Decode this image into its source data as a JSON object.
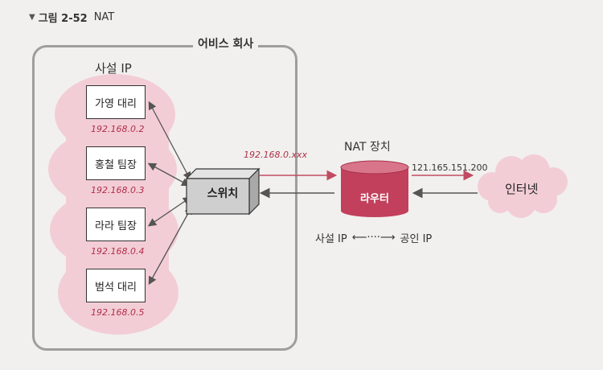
{
  "figure": {
    "number": "그림 2-52",
    "title": "NAT"
  },
  "company": {
    "label": "어비스 회사",
    "private_ip_title": "사설 IP"
  },
  "hosts": [
    {
      "name": "가영 대리",
      "ip": "192.168.0.2"
    },
    {
      "name": "홍철 팀장",
      "ip": "192.168.0.3"
    },
    {
      "name": "라라 팀장",
      "ip": "192.168.0.4"
    },
    {
      "name": "범석 대리",
      "ip": "192.168.0.5"
    }
  ],
  "switch": {
    "label": "스위치",
    "ip": "192.168.0.xxx"
  },
  "nat": {
    "title": "NAT 장치",
    "router_label": "라우터",
    "public_ip": "121.165.151.200"
  },
  "internet": {
    "label": "인터넷"
  },
  "translation": {
    "left": "사설 IP",
    "arrow": "⟵····⟶",
    "right": "공인 IP"
  },
  "colors": {
    "cloud_pink": "#f3cdd6",
    "router_red": "#c2405b",
    "arrow_red": "#c24a63",
    "arrow_gray": "#555555",
    "switch_gray": "#cfcfcf"
  }
}
